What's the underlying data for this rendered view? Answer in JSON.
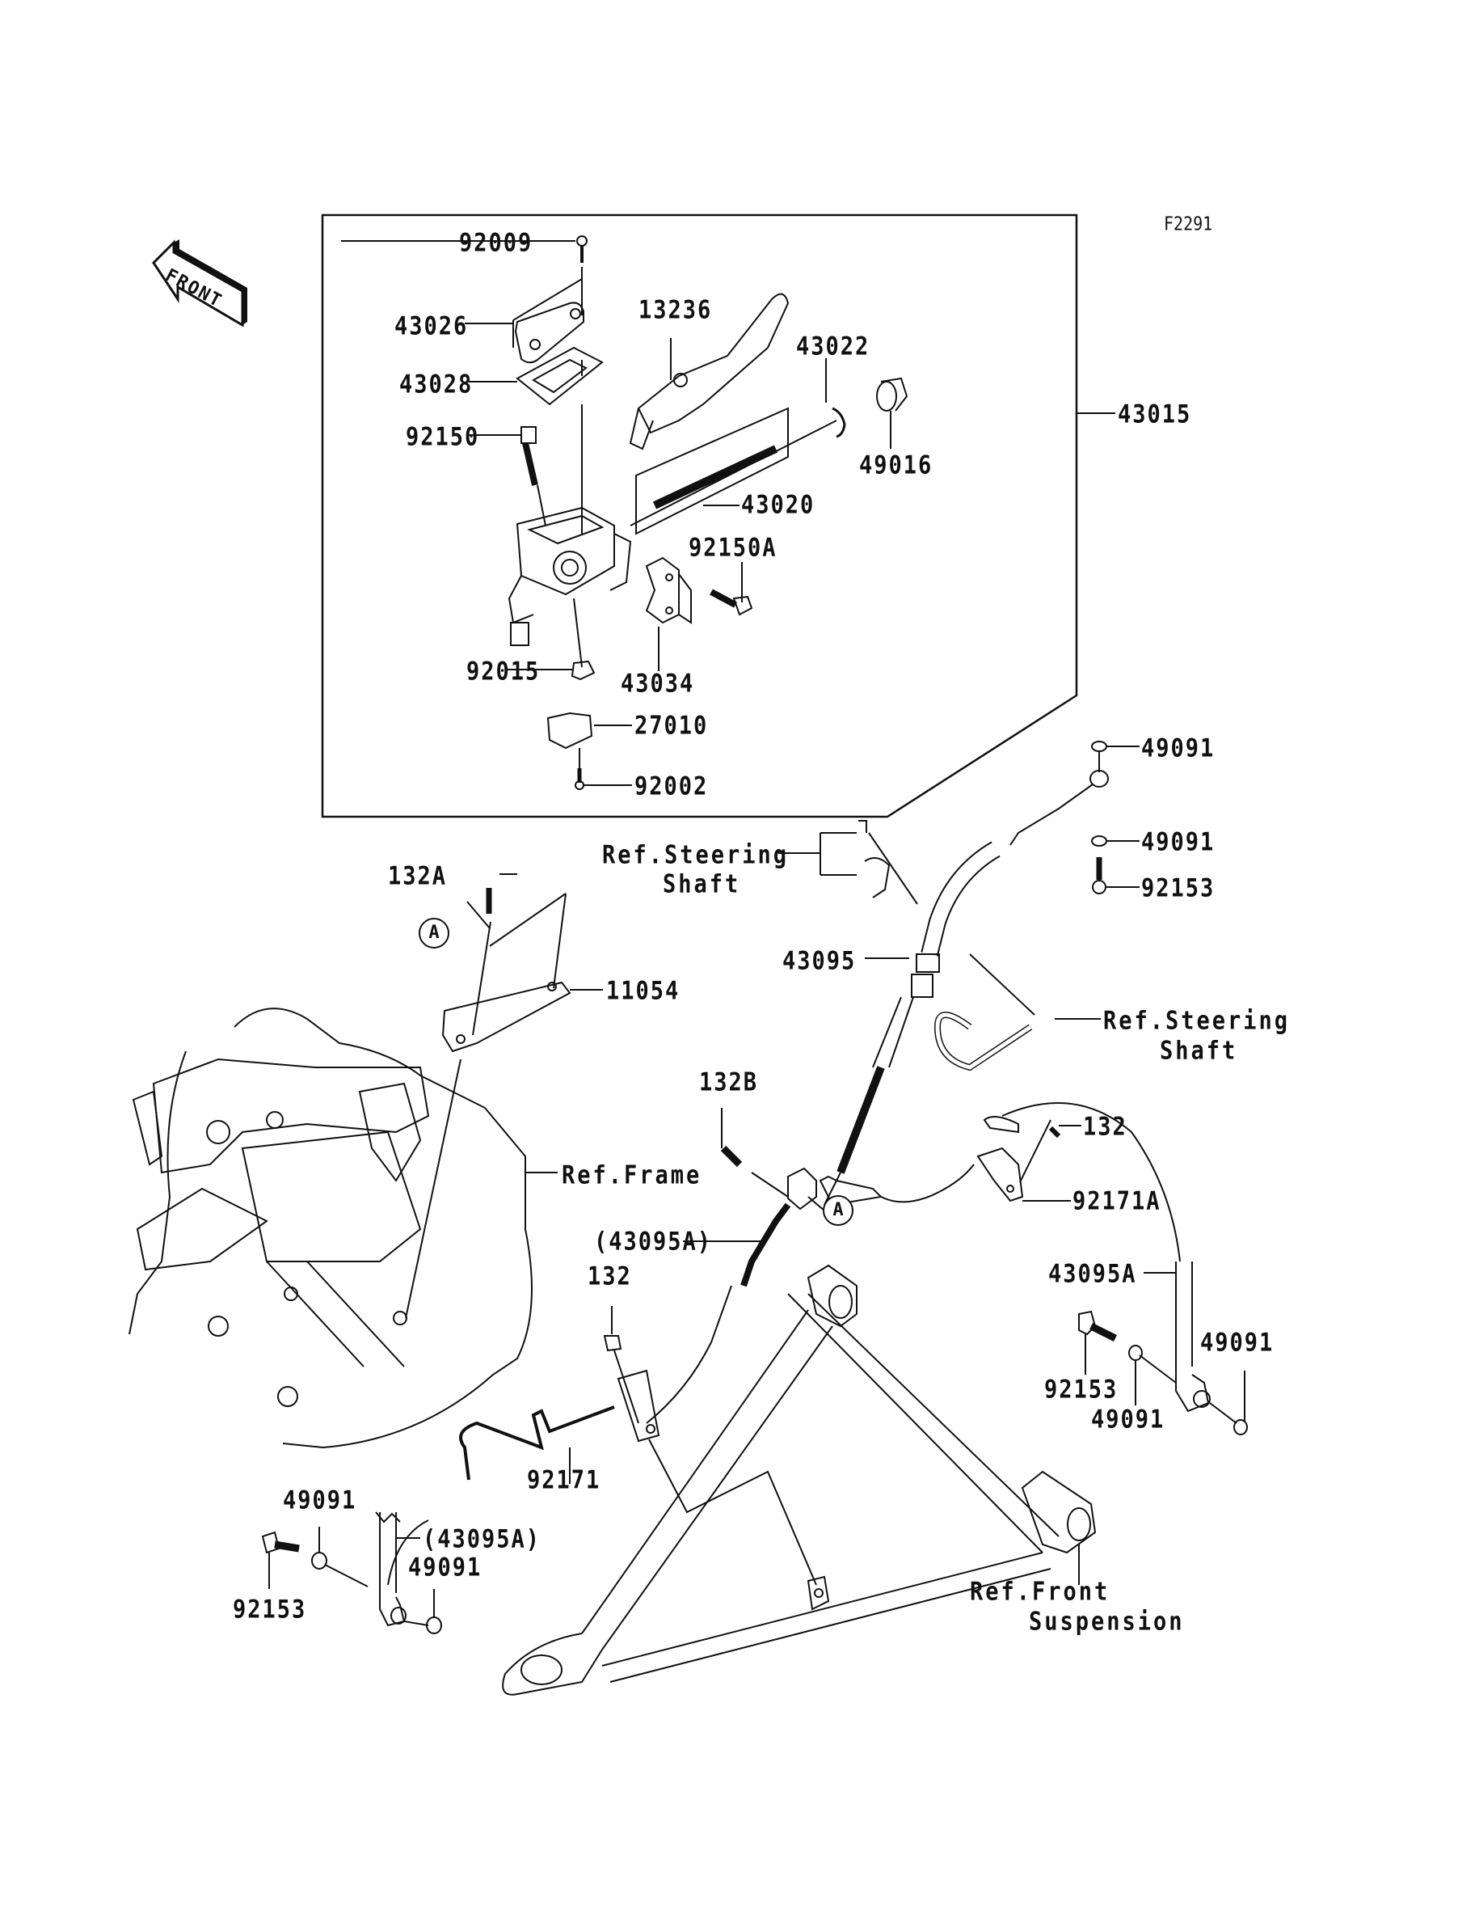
{
  "figure_id": "F2291",
  "front_indicator": "FRONT",
  "callout_letter": "A",
  "colors": {
    "line": "#111111",
    "background": "#ffffff"
  },
  "box_assembly_label": "43015",
  "parts": {
    "p92009": "92009",
    "p43026": "43026",
    "p43028": "43028",
    "p13236": "13236",
    "p43022": "43022",
    "p49016": "49016",
    "p92150": "92150",
    "p43020": "43020",
    "p92150A": "92150A",
    "p92015": "92015",
    "p43034": "43034",
    "p27010": "27010",
    "p92002": "92002",
    "p49091_top1": "49091",
    "p49091_top2": "49091",
    "p92153_top": "92153",
    "p132A": "132A",
    "p11054": "11054",
    "p43095": "43095",
    "p132B": "132B",
    "p132_right": "132",
    "p92171A": "92171A",
    "p43095A_paren_mid": "(43095A)",
    "p43095A_right": "43095A",
    "p132_mid": "132",
    "p92153_right": "92153",
    "p49091_right1": "49091",
    "p49091_right2": "49091",
    "p92171": "92171",
    "p49091_left1": "49091",
    "p43095A_paren_low": "(43095A)",
    "p49091_left2": "49091",
    "p92153_left": "92153"
  },
  "references": {
    "steering_shaft_1_line1": "Ref.Steering",
    "steering_shaft_1_line2": "Shaft",
    "steering_shaft_2_line1": "Ref.Steering",
    "steering_shaft_2_line2": "Shaft",
    "frame": "Ref.Frame",
    "front_suspension_line1": "Ref.Front",
    "front_suspension_line2": "Suspension"
  }
}
